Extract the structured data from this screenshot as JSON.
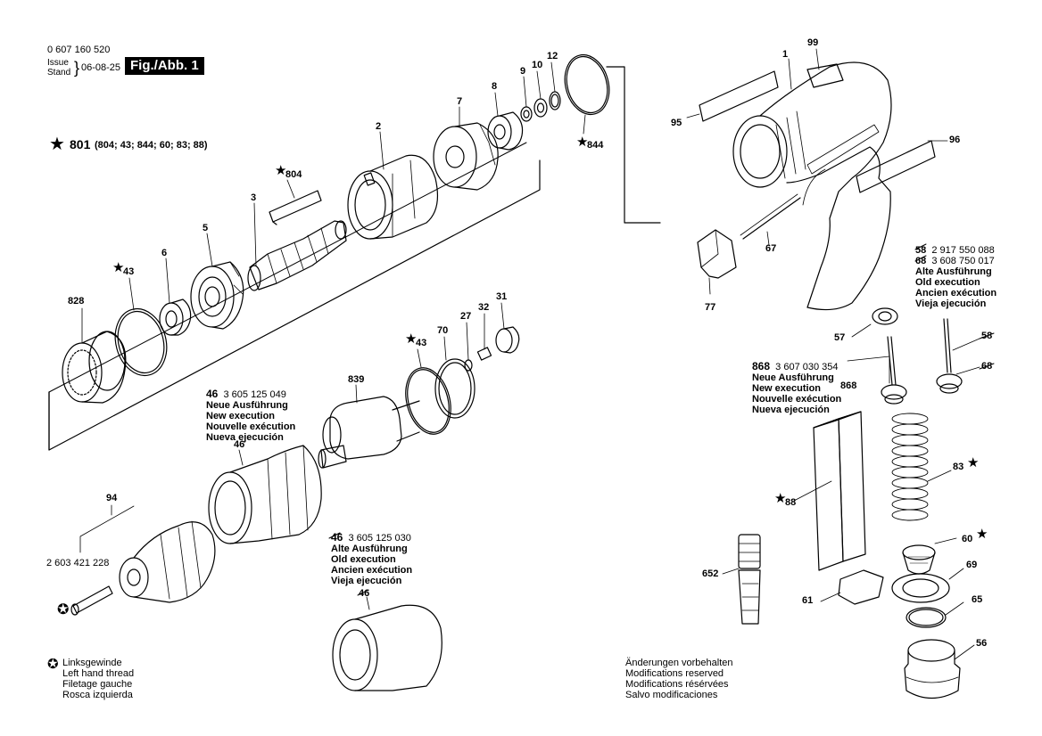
{
  "header": {
    "part_number": "0 607 160 520",
    "issue_label": "Issue",
    "stand_label": "Stand",
    "date": "06-08-25",
    "figure": "Fig./Abb. 1"
  },
  "kit": {
    "star": "★",
    "number": "801",
    "contents": "(804; 43; 844; 60; 83; 88)"
  },
  "callouts": {
    "c1": "1",
    "c99": "99",
    "c95": "95",
    "c96": "96",
    "c67": "67",
    "c77": "77",
    "c2": "2",
    "c3": "3",
    "c5": "5",
    "c6": "6",
    "c7": "7",
    "c8": "8",
    "c9": "9",
    "c10": "10",
    "c12": "12",
    "c844": "844",
    "c804": "804",
    "c43a": "43",
    "c43b": "43",
    "c828": "828",
    "c27": "27",
    "c32": "32",
    "c31": "31",
    "c70": "70",
    "c839": "839",
    "c46": "46",
    "c94": "94",
    "c57": "57",
    "c58": "58",
    "c68": "68",
    "c868": "868",
    "c83": "83",
    "c88": "88",
    "c60": "60",
    "c652": "652",
    "c61": "61",
    "c69": "69",
    "c65": "65",
    "c56": "56",
    "chuck_part": "2 603 421 228"
  },
  "note_46_new": {
    "number": "46",
    "part": "3 605 125 049",
    "lines": [
      "Neue Ausführung",
      "New execution",
      "Nouvelle exécution",
      "Nueva ejecución"
    ]
  },
  "note_46_old": {
    "number": "46",
    "part": "3 605 125 030",
    "lines": [
      "Alte Ausführung",
      "Old execution",
      "Ancien exécution",
      "Vieja ejecución"
    ],
    "struck_label": "46"
  },
  "note_58_68_old": {
    "n1": "58",
    "p1": "2 917 550 088",
    "n2": "68",
    "p2": "3 608 750 017",
    "lines": [
      "Alte Ausführung",
      "Old execution",
      "Ancien exécution",
      "Vieja ejecución"
    ]
  },
  "note_868_new": {
    "number": "868",
    "part": "3 607 030 354",
    "lines": [
      "Neue Ausführung",
      "New execution",
      "Nouvelle exécution",
      "Nueva ejecución"
    ]
  },
  "legend_left_hand": {
    "symbol": "✪",
    "lines": [
      "Linksgewinde",
      "Left hand thread",
      "Filetage gauche",
      "Rosca izquierda"
    ]
  },
  "legend_modifications": {
    "lines": [
      "Änderungen vorbehalten",
      "Modifications reserved",
      "Modifications résérvées",
      "Salvo modificaciones"
    ]
  }
}
